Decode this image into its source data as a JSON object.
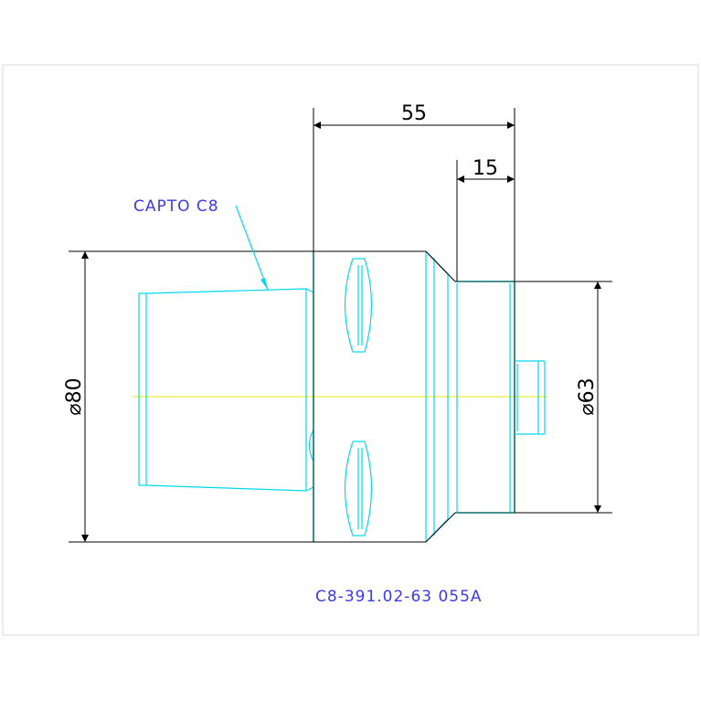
{
  "drawing": {
    "label": "CAPTO C8",
    "part_number": "C8-391.02-63 055A"
  },
  "dimensions": {
    "length_total": "55",
    "length_shank": "15",
    "diameter_large": "⌀80",
    "diameter_small": "⌀63"
  },
  "colors": {
    "background": "#ffffff",
    "frame": "#d9d9d9",
    "dimension_lines": "#000000",
    "outline_dark": "#0c6f6f",
    "outline_light": "#00d8ee",
    "centerline": "#e8e800",
    "label_text": "#3a3aee"
  }
}
